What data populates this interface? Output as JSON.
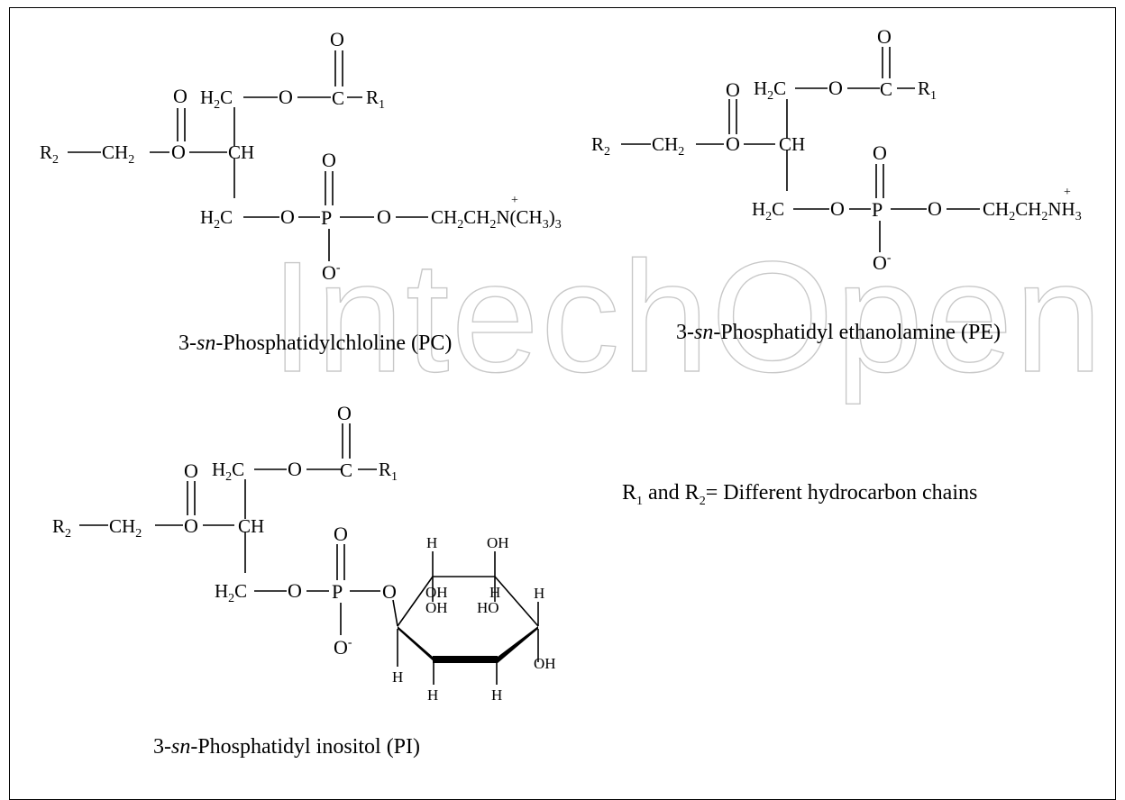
{
  "watermark": "IntechOpen",
  "legend": {
    "pre": "R",
    "s1": "1",
    "and": " and R",
    "s2": "2",
    "post": "= Different hydrocarbon chains"
  },
  "pc": {
    "caption": {
      "pre": "3-",
      "sn": "sn",
      "post": "-Phosphatidylchloline (PC)"
    },
    "headgroup": {
      "a": "CH",
      "b": "CH",
      "c": "N(CH",
      "d": ")",
      "s2": "2",
      "s3": "3",
      "plus": "+"
    }
  },
  "pe": {
    "caption": {
      "pre": "3-",
      "sn": "sn",
      "post": "-Phosphatidyl ethanolamine (PE)"
    },
    "headgroup": {
      "a": "CH",
      "b": "CH",
      "c": "NH",
      "s2": "2",
      "s3": "3",
      "plus": "+"
    }
  },
  "pi": {
    "caption": {
      "pre": "3-",
      "sn": "sn",
      "post": "-Phosphatidyl inositol (PI)"
    }
  },
  "atoms": {
    "O": "O",
    "C": "C",
    "P": "P",
    "H": "H",
    "CH": "CH",
    "H2C": "H",
    "R": "R",
    "OH": "OH",
    "HO": "HO",
    "one": "1",
    "two": "2",
    "minus": "-"
  }
}
